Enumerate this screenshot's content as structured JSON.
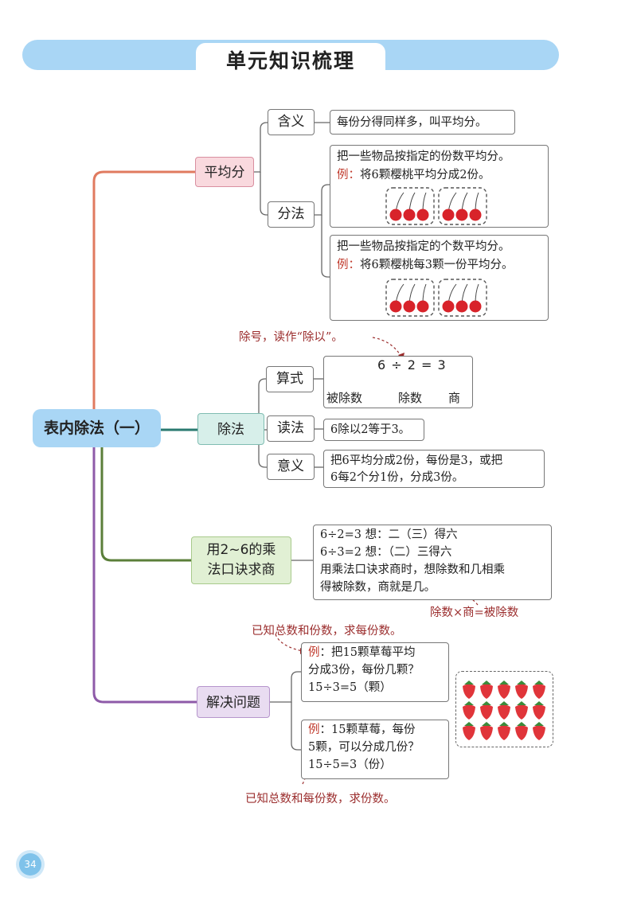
{
  "header": {
    "title": "单元知识梳理"
  },
  "root": {
    "label": "表内除法（一）"
  },
  "branches": {
    "pingjunfen": {
      "label": "平均分",
      "hanyi": {
        "label": "含义",
        "text": "每份分得同样多，叫平均分。"
      },
      "fenfa": {
        "label": "分法",
        "method1": {
          "line1": "把一些物品按指定的份数平均分。",
          "example_prefix": "例：",
          "example": "将6颗樱桃平均分成2份。"
        },
        "method2": {
          "line1": "把一些物品按指定的个数平均分。",
          "example_prefix": "例：",
          "example": "将6颗樱桃每3颗一份平均分。"
        }
      }
    },
    "chufa": {
      "label": "除法",
      "shishi": {
        "label": "算式",
        "expression": "6 ÷ 2 = 3",
        "dividend_label": "被除数",
        "divisor_label": "除数",
        "quotient_label": "商"
      },
      "dufa": {
        "label": "读法",
        "text": "6除以2等于3。"
      },
      "yiyi": {
        "label": "意义",
        "line1": "把6平均分成2份，每份是3，或把",
        "line2": "6每2个分1份，分成3份。"
      },
      "note_sign": "除号，读作“除以”。"
    },
    "koujue": {
      "label_line1": "用2~6的乘",
      "label_line2": "法口诀求商",
      "line1": "6÷2=3  想：二（三）得六",
      "line2": "6÷3=2  想：（二）三得六",
      "line3": "用乘法口诀求商时，想除数和几相乘",
      "line4": "得被除数，商就是几。",
      "note_relation": "除数×商=被除数"
    },
    "jiejue": {
      "label": "解决问题",
      "note_q1": "已知总数和份数，求每份数。",
      "note_q2": "已知总数和每份数，求份数。",
      "example1": {
        "prefix": "例",
        "line1": "：把15颗草莓平均",
        "line2": "分成3份，每份几颗？",
        "line3": "15÷3=5（颗）"
      },
      "example2": {
        "prefix": "例",
        "line1": "：15颗草莓，每份",
        "line2": "5颗，可以分成几份？",
        "line3": "15÷5=3（份）"
      }
    }
  },
  "page_number": "34",
  "colors": {
    "header": "#a9d6f5",
    "branch_pingjunfen": "#e07a5f",
    "branch_chufa": "#2a7a70",
    "branch_koujue": "#5b7f3a",
    "branch_jiejue": "#8e5aa8",
    "note": "#9b2d2d",
    "cherry": "#d8232a",
    "strawberry": "#e0353a"
  },
  "icons": [
    "cherry-icon",
    "strawberry-icon"
  ]
}
